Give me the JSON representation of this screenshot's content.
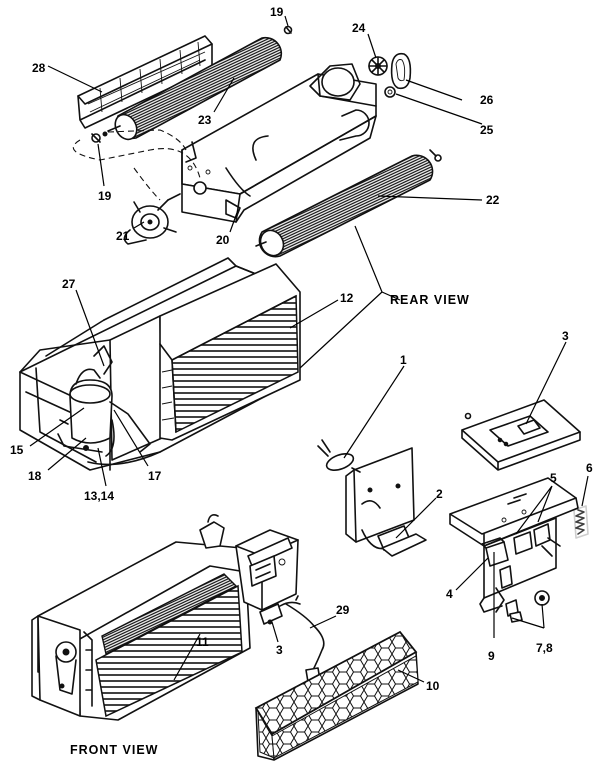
{
  "views": {
    "rear": "REAR   VIEW",
    "front": "FRONT   VIEW"
  },
  "callouts": {
    "c1": "1",
    "c2": "2",
    "c3_top": "3",
    "c3_front": "3",
    "c4": "4",
    "c5": "5",
    "c6": "6",
    "c7_8": "7,8",
    "c9": "9",
    "c10": "10",
    "c11": "11",
    "c12": "12",
    "c13_14": "13,14",
    "c15": "15",
    "c17": "17",
    "c18": "18",
    "c19_top": "19",
    "c19_left": "19",
    "c20": "20",
    "c21": "21",
    "c22": "22",
    "c23": "23",
    "c24": "24",
    "c25": "25",
    "c26": "26",
    "c27": "27",
    "c28": "28",
    "c29": "29"
  }
}
